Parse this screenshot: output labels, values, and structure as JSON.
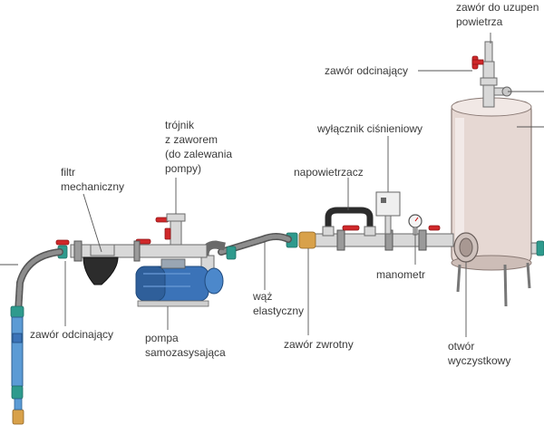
{
  "labels": {
    "zawor_do_uzupelniania_line1": "zawór do uzupen",
    "zawor_do_uzupelniania_line2": "powietrza",
    "zawor_odcinajacy_top": "zawór odcinający",
    "trojnik_line1": "trójnik",
    "trojnik_line2": "z zaworem",
    "trojnik_line3": "(do zalewania",
    "trojnik_line4": "pompy)",
    "wylacznik": "wyłącznik ciśnieniowy",
    "filtr_line1": "filtr",
    "filtr_line2": "mechaniczny",
    "napowietrzacz": "napowietrzacz",
    "manometr": "manometr",
    "waz_line1": "wąż",
    "waz_line2": "elastyczny",
    "zawor_odcinajacy_bottom": "zawór odcinający",
    "pompa_line1": "pompa",
    "pompa_line2": "samozasysająca",
    "zawor_zwrotny": "zawór zwrotny",
    "otwor_line1": "otwór",
    "otwor_line2": "wyczystkowy"
  },
  "colors": {
    "pump_blue": "#3b73b8",
    "valve_red": "#d0282a",
    "coupling_teal": "#2e9a8d",
    "tank": "#e6d8d3",
    "label_text": "#3a3a3a"
  }
}
